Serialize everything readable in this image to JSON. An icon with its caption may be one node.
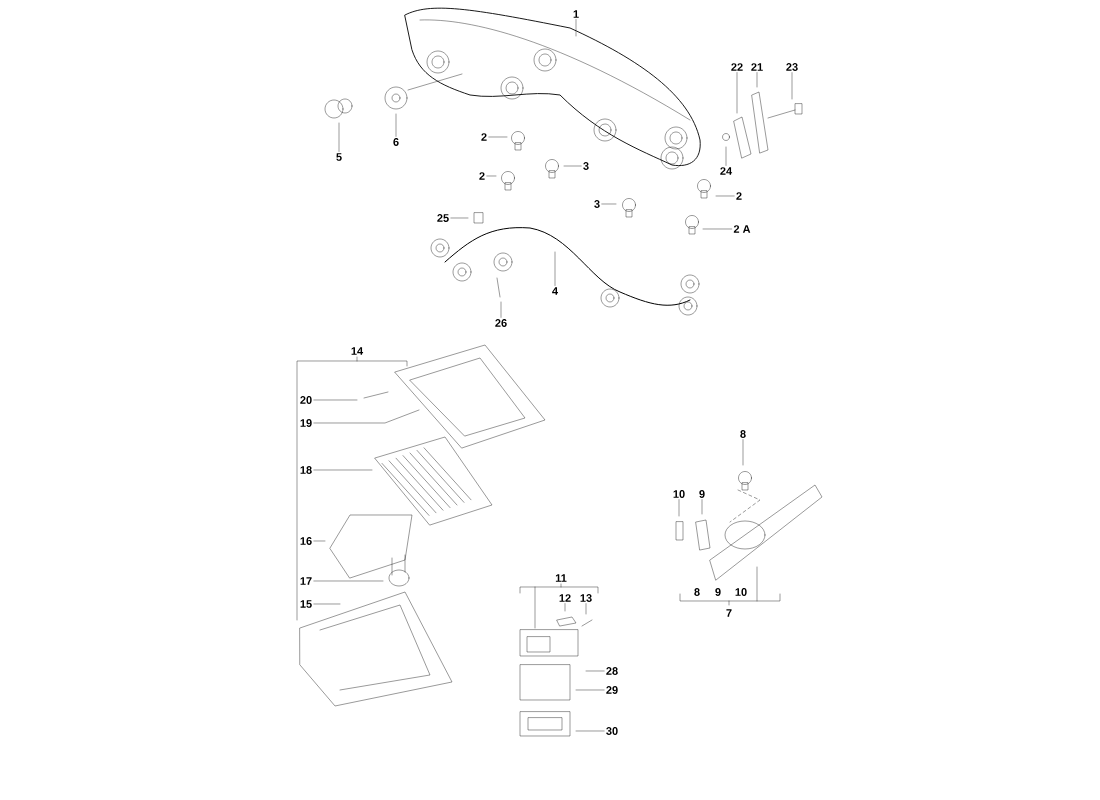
{
  "diagram": {
    "nodes": [
      {
        "text": [
          "1"
        ]
      },
      {
        "text": [
          "5"
        ]
      },
      {
        "text": [
          "6"
        ]
      },
      {
        "text": [
          "2"
        ]
      },
      {
        "text": [
          "2"
        ]
      },
      {
        "text": [
          "3"
        ]
      },
      {
        "text": [
          "22"
        ]
      },
      {
        "text": [
          "21"
        ]
      },
      {
        "text": [
          "23"
        ]
      },
      {
        "text": [
          "24"
        ]
      },
      {
        "text": [
          "2"
        ]
      },
      {
        "text": [
          "3"
        ]
      },
      {
        "text": [
          "2 A"
        ]
      },
      {
        "text": [
          "25"
        ]
      },
      {
        "text": [
          "4"
        ]
      },
      {
        "text": [
          "26"
        ]
      },
      {
        "text": [
          "20"
        ]
      },
      {
        "text": [
          "19"
        ]
      },
      {
        "text": [
          "18"
        ]
      },
      {
        "text": [
          "16"
        ]
      },
      {
        "text": [
          "17"
        ]
      },
      {
        "text": [
          "15"
        ]
      },
      {
        "text": [
          "12"
        ]
      },
      {
        "text": [
          "13"
        ]
      },
      {
        "text": [
          "28"
        ]
      },
      {
        "text": [
          "29"
        ]
      },
      {
        "text": [
          "30"
        ]
      },
      {
        "text": [
          "8"
        ]
      },
      {
        "text": [
          "10"
        ]
      },
      {
        "text": [
          "9"
        ]
      }
    ],
    "edges": [
      {
        "from": 0,
        "to": null,
        "arrow": "none"
      },
      {
        "from": 1,
        "to": null,
        "arrow": "none"
      },
      {
        "from": 2,
        "to": null,
        "arrow": "none"
      },
      {
        "from": 3,
        "to": null,
        "arrow": "none"
      },
      {
        "from": 4,
        "to": null,
        "arrow": "none"
      },
      {
        "from": 5,
        "to": null,
        "arrow": "none"
      },
      {
        "from": 6,
        "to": null,
        "arrow": "none"
      },
      {
        "from": 7,
        "to": null,
        "arrow": "none"
      },
      {
        "from": 8,
        "to": null,
        "arrow": "none"
      },
      {
        "from": 9,
        "to": null,
        "arrow": "none"
      },
      {
        "from": 10,
        "to": null,
        "arrow": "none"
      },
      {
        "from": 11,
        "to": null,
        "arrow": "none"
      },
      {
        "from": 12,
        "to": null,
        "arrow": "none"
      },
      {
        "from": 13,
        "to": null,
        "arrow": "none"
      },
      {
        "from": 14,
        "to": null,
        "arrow": "none"
      },
      {
        "from": 15,
        "to": null,
        "arrow": "none"
      },
      {
        "from": 16,
        "to": null,
        "arrow": "none"
      },
      {
        "from": 17,
        "to": null,
        "arrow": "none"
      },
      {
        "from": 18,
        "to": null,
        "arrow": "none"
      },
      {
        "from": 19,
        "to": null,
        "arrow": "none"
      },
      {
        "from": 20,
        "to": null,
        "arrow": "none"
      },
      {
        "from": 21,
        "to": null,
        "arrow": "none"
      },
      {
        "from": 22,
        "to": null,
        "arrow": "none"
      },
      {
        "from": 23,
        "to": null,
        "arrow": "none"
      },
      {
        "from": 24,
        "to": null,
        "arrow": "none"
      },
      {
        "from": 25,
        "to": null,
        "arrow": "none"
      },
      {
        "from": 26,
        "to": null,
        "arrow": "none"
      },
      {
        "from": 27,
        "to": null,
        "arrow": "none"
      },
      {
        "from": 28,
        "to": null,
        "arrow": "none"
      },
      {
        "from": 29,
        "to": null,
        "arrow": "none"
      }
    ],
    "labels": [
      "14",
      "11",
      "8",
      "9",
      "10",
      "7"
    ]
  }
}
